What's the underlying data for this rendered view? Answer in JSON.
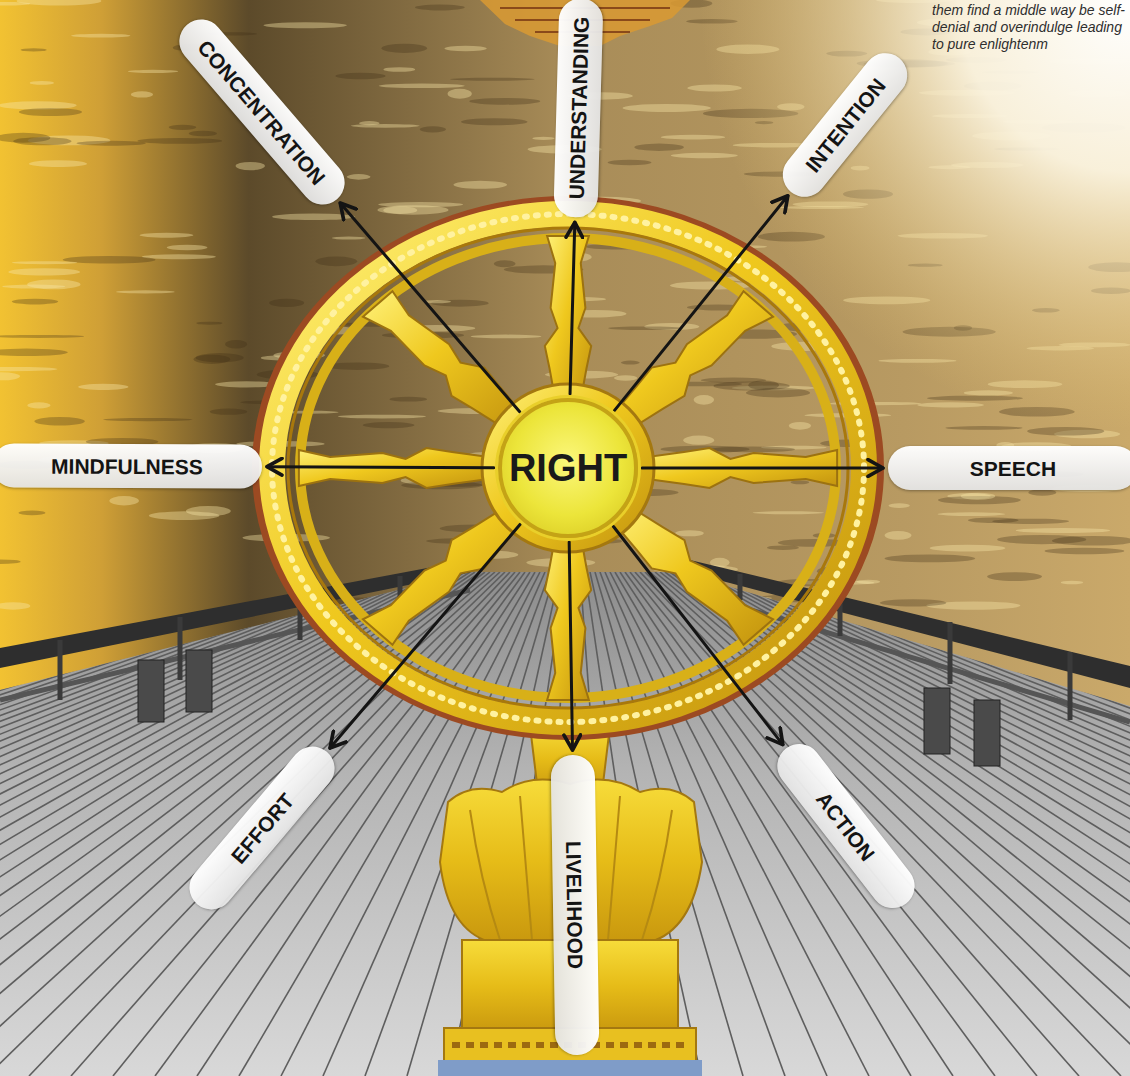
{
  "diagram": {
    "nodes": [
      {
        "text": [
          "UNDERSTANDING"
        ]
      },
      {
        "text": [
          "CONCENTRATION"
        ]
      },
      {
        "text": [
          "INTENTION"
        ]
      },
      {
        "text": [
          "MINDFULNESS"
        ]
      },
      {
        "text": [
          "RIGHT"
        ]
      },
      {
        "text": [
          "SPEECH"
        ]
      },
      {
        "text": [
          "EFFORT"
        ]
      },
      {
        "text": [
          "ACTION"
        ]
      },
      {
        "text": [
          "LIVELIHOOD"
        ]
      }
    ],
    "edges": [
      {
        "from": 4,
        "to": 0,
        "arrow": "to"
      },
      {
        "from": 4,
        "to": 2,
        "arrow": "to"
      },
      {
        "from": 4,
        "to": 5,
        "arrow": "to"
      },
      {
        "from": 4,
        "to": 7,
        "arrow": "to"
      },
      {
        "from": 4,
        "to": 8,
        "arrow": "to"
      },
      {
        "from": 4,
        "to": 6,
        "arrow": "to"
      },
      {
        "from": 4,
        "to": 3,
        "arrow": "to"
      },
      {
        "from": 4,
        "to": 1,
        "arrow": "to"
      }
    ],
    "labels": [
      "them find a middle way be self-denial and overindulge leading to pure enlightenm"
    ]
  }
}
